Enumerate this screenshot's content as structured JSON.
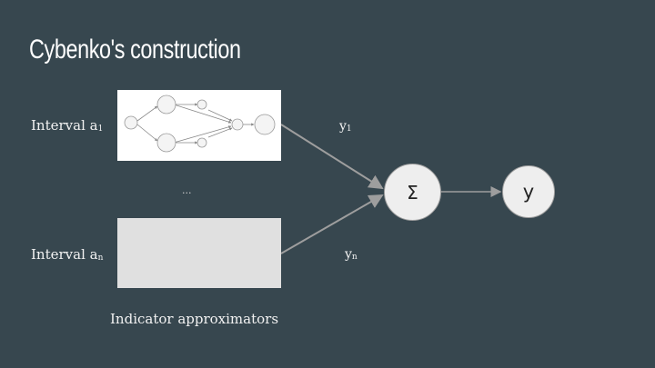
{
  "slide": {
    "title": "Cybenko's construction",
    "interval_first": {
      "text": "Interval a",
      "sub": "1"
    },
    "interval_last": {
      "text": "Interval a",
      "sub": "n"
    },
    "ellipsis": "...",
    "caption": "Indicator approximators",
    "output_first": {
      "text": "y",
      "sub": "1"
    },
    "output_last": {
      "text": "y",
      "sub": "n"
    },
    "sum_node": "Σ",
    "final_node": "y"
  },
  "colors": {
    "background": "#37474f",
    "node_fill": "#eeeeee",
    "arrow": "#9e9e9e",
    "gray_panel": "#e0e0e0"
  }
}
